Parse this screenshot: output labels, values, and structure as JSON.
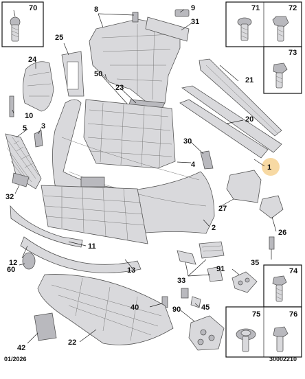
{
  "labels": {
    "p70": "70",
    "p71": "71",
    "p72": "72",
    "p73": "73",
    "p8": "8",
    "p9": "9",
    "p31": "31",
    "p25": "25",
    "p24": "24",
    "p50": "50",
    "p23": "23",
    "p21": "21",
    "p10": "10",
    "p3": "3",
    "p5": "5",
    "p20": "20",
    "p30": "30",
    "p4": "4",
    "p1": "1",
    "p32": "32",
    "p27": "27",
    "p26": "26",
    "p2": "2",
    "p11": "11",
    "p12": "12",
    "p35": "35",
    "p60": "60",
    "p13": "13",
    "p91": "91",
    "p33": "33",
    "p74": "74",
    "p40": "40",
    "p45": "45",
    "p90": "90",
    "p75": "75",
    "p76": "76",
    "p42": "42",
    "p22": "22"
  },
  "footer": {
    "date": "01/2026",
    "reference": "30002210"
  },
  "highlight": {
    "color": "#f7d9a3",
    "part": "1"
  }
}
